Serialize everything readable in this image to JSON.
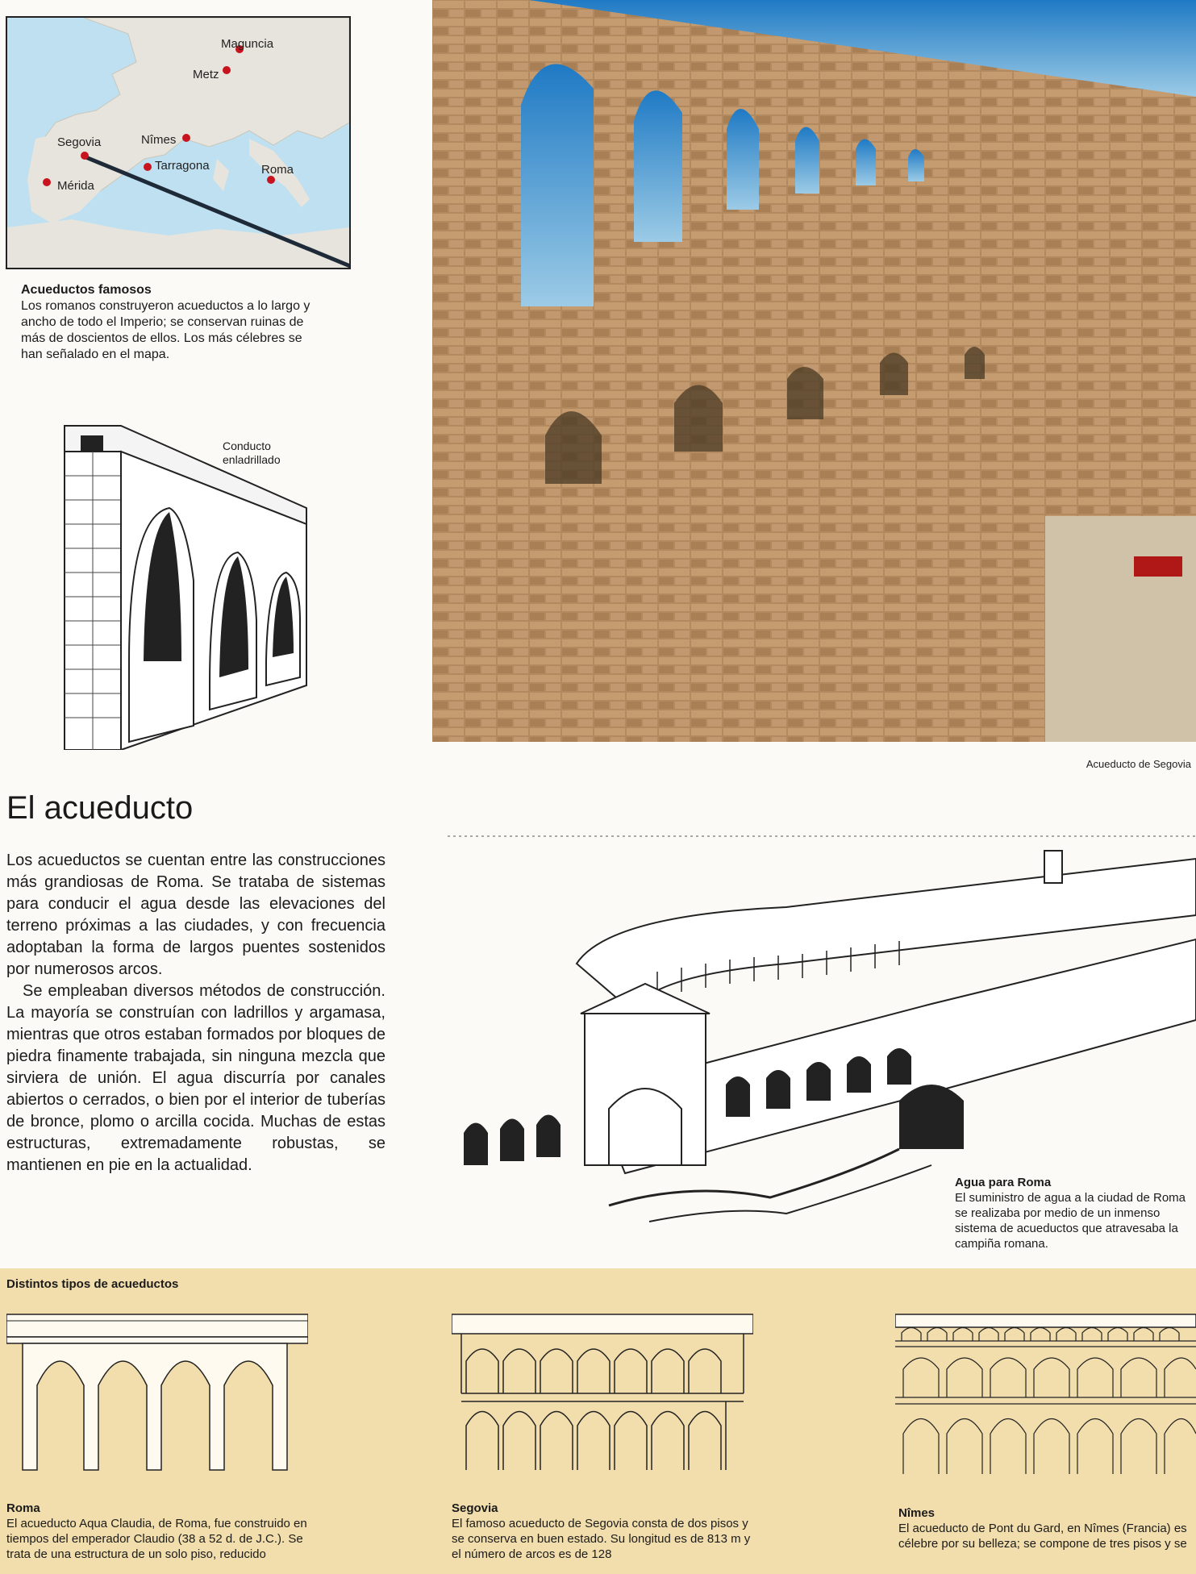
{
  "map": {
    "cities": [
      {
        "name": "Maguncia"
      },
      {
        "name": "Metz"
      },
      {
        "name": "Segovia"
      },
      {
        "name": "Nîmes"
      },
      {
        "name": "Tarragona"
      },
      {
        "name": "Roma"
      },
      {
        "name": "Mérida"
      }
    ],
    "marker_color": "#c8141e"
  },
  "map_caption": {
    "title": "Acueductos famosos",
    "text": "Los romanos construyeron acueductos a lo largo y ancho de todo el Imperio; se conservan ruinas de más de doscientos de ellos. Los más célebres se han señalado en el mapa."
  },
  "conduit_illustration": {
    "label_line1": "Conducto",
    "label_line2": "enladrillado"
  },
  "photo": {
    "caption": "Acueducto de Segovia"
  },
  "article": {
    "title": "El acueducto",
    "paragraphs": [
      "Los acueductos se cuentan entre las construcciones más grandiosas de Roma. Se trataba de sistemas para conducir el agua desde las elevaciones del terreno próximas a las ciudades, y con frecuencia adoptaban la forma de largos puentes sostenidos por numerosos arcos.",
      "Se empleaban diversos métodos de construcción. La mayoría se construían con ladrillos y argamasa, mientras que otros estaban formados por bloques de piedra finamente trabajada, sin ninguna mezcla que sirviera de unión. El agua discurría por canales abiertos o cerrados, o bien por el interior de tuberías de bronce, plomo o arcilla cocida. Muchas de estas estructuras, extremadamente robustas, se mantienen en pie en la actualidad."
    ]
  },
  "rome_caption": {
    "title": "Agua para Roma",
    "text": "El suministro de agua a la ciudad de Roma se realizaba por medio de un inmenso sistema de acueductos que atravesaba la campiña romana."
  },
  "types": {
    "title": "Distintos tipos de acueductos",
    "items": [
      {
        "name": "Roma",
        "text": "El acueducto Aqua Claudia, de Roma, fue construido en tiempos del emperador Claudio (38 a 52 d. de J.C.). Se trata de una estructura de un solo piso, reducido"
      },
      {
        "name": "Segovia",
        "text": "El famoso acueducto de Segovia consta de dos pisos y se conserva en buen estado. Su longitud es de 813 m y el número de arcos es de 128"
      },
      {
        "name": "Nîmes",
        "text": "El acueducto de Pont du Gard, en Nîmes (Francia) es célebre por su belleza; se compone de tres pisos y se"
      }
    ]
  }
}
